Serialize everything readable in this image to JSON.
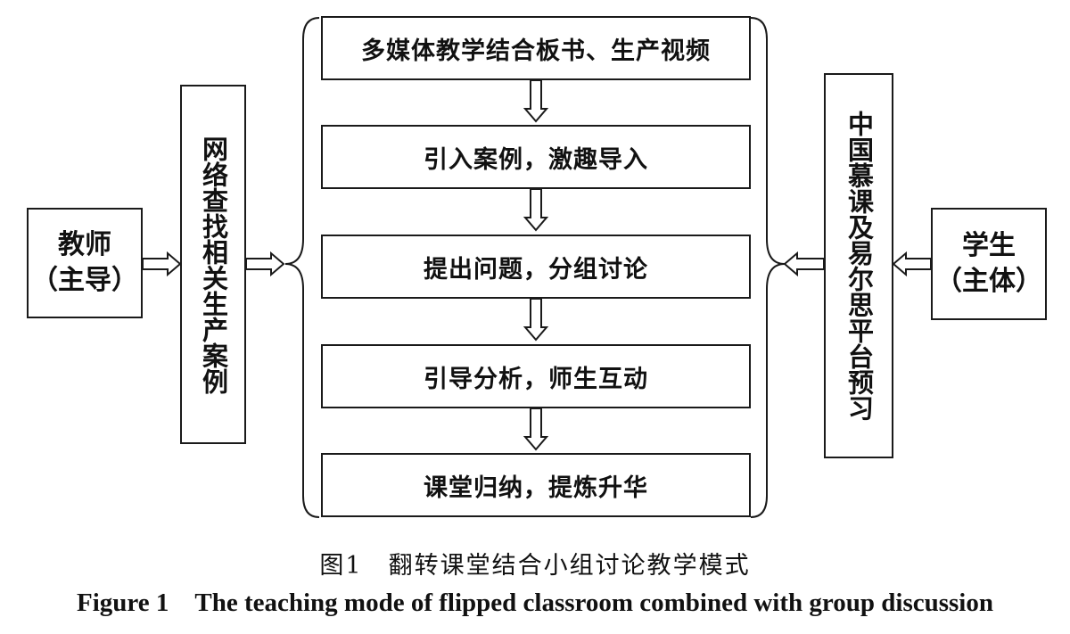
{
  "diagram": {
    "teacher": {
      "line1": "教师",
      "line2": "（主导）"
    },
    "student": {
      "line1": "学生",
      "line2": "（主体）"
    },
    "left_column": "网络查找相关生产案例",
    "right_column": "中国慕课及易尔思平台预习",
    "steps": [
      "多媒体教学结合板书、生产视频",
      "引入案例，激趣导入",
      "提出问题，分组讨论",
      "引导分析，师生互动",
      "课堂归纳，提炼升华"
    ]
  },
  "caption": {
    "cn": "图1　翻转课堂结合小组讨论教学模式",
    "en": "Figure 1　The teaching mode of flipped classroom combined with group discussion"
  }
}
